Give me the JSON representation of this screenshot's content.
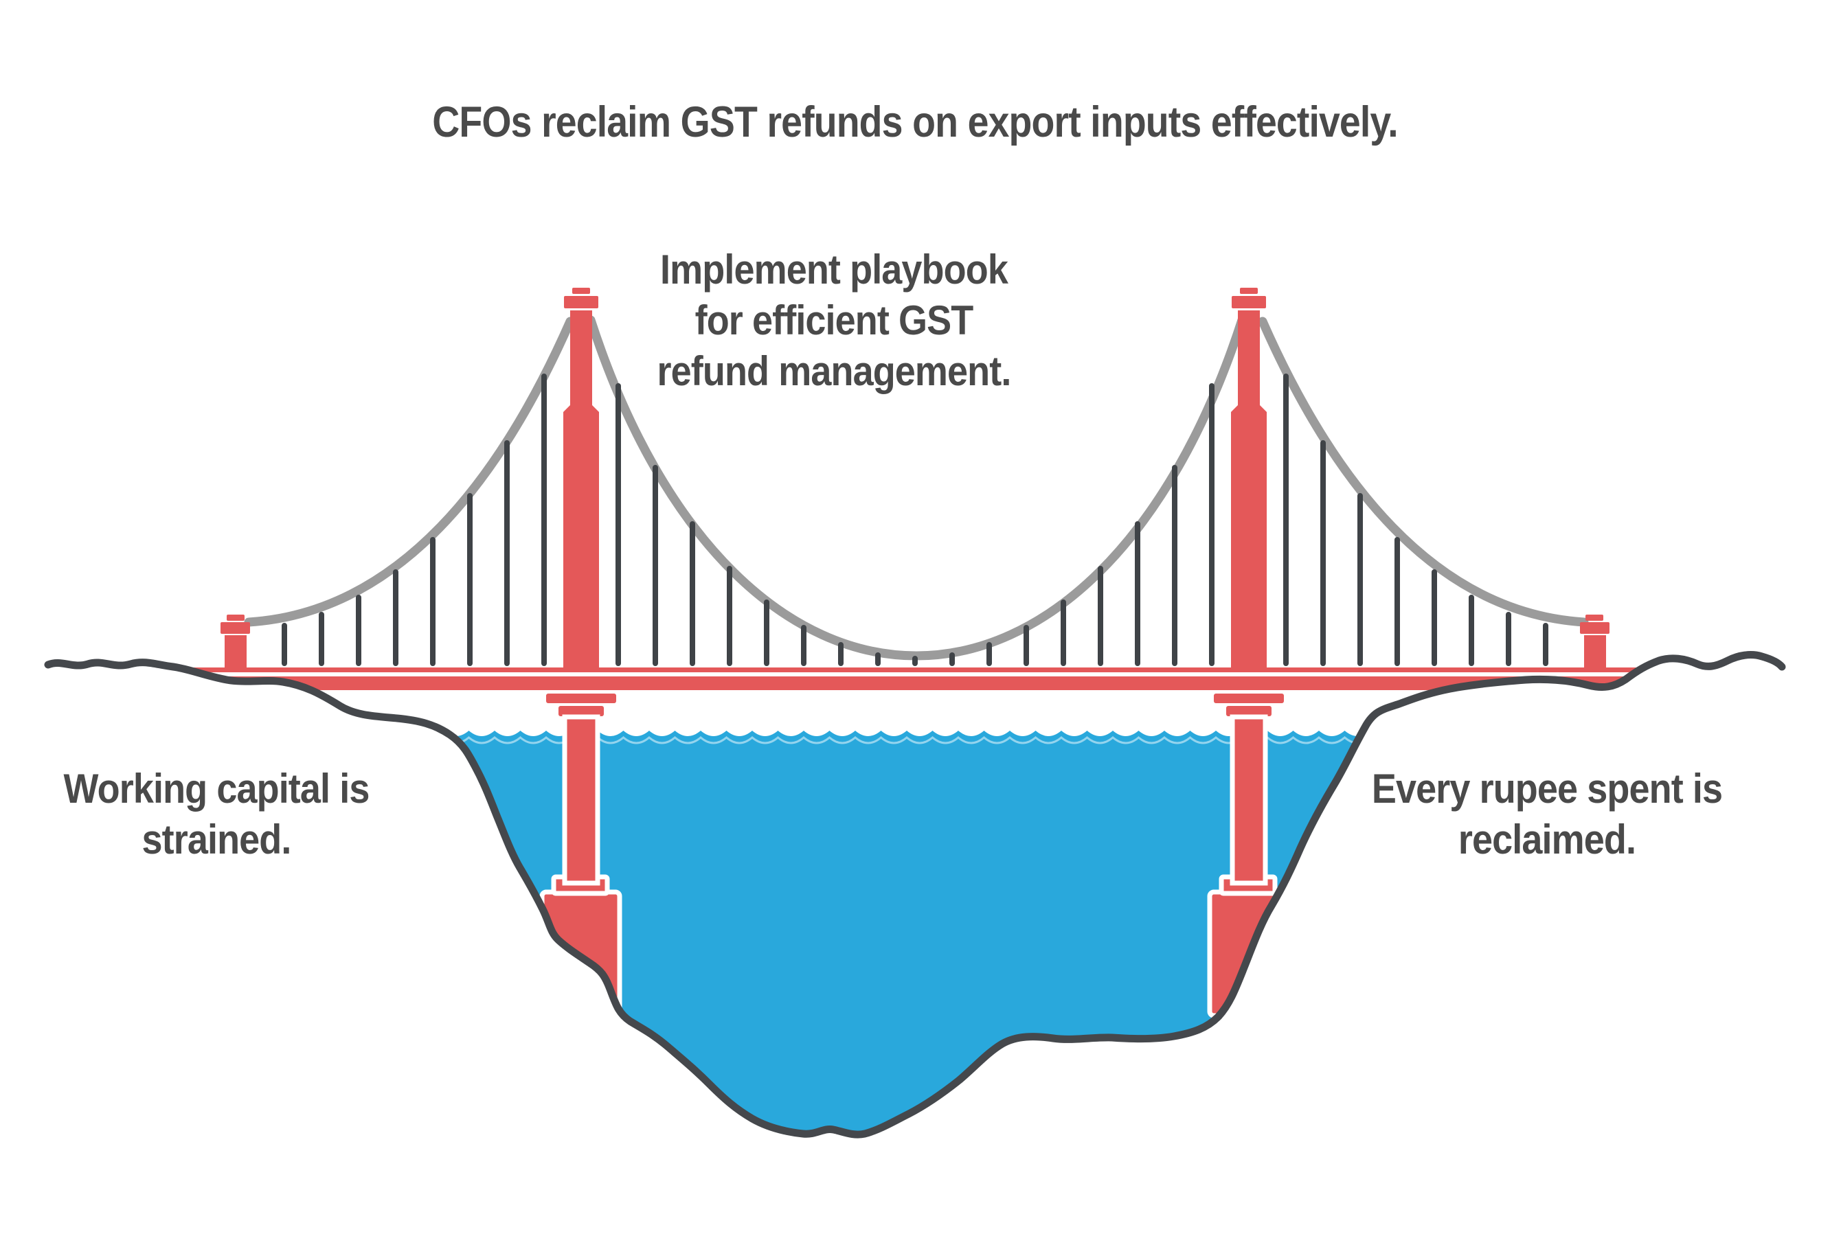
{
  "title": "CFOs reclaim GST refunds on export inputs effectively.",
  "captions": {
    "center": {
      "lines": [
        "Implement playbook",
        "for efficient GST",
        "refund management."
      ]
    },
    "left": {
      "lines": [
        "Working capital is",
        "strained."
      ]
    },
    "right": {
      "lines": [
        "Every rupee spent is",
        "reclaimed."
      ]
    }
  },
  "colors": {
    "bridge_red": "#E45859",
    "cable_gray": "#9B9B9B",
    "hanger_dark": "#3F4347",
    "terrain_dark": "#45484C",
    "water_blue": "#29A8DC",
    "water_highlight": "rgba(255,255,255,0.5)",
    "pier_outline": "#FFFFFF",
    "text_dark": "#4A4A4A",
    "background": "#FFFFFF"
  }
}
